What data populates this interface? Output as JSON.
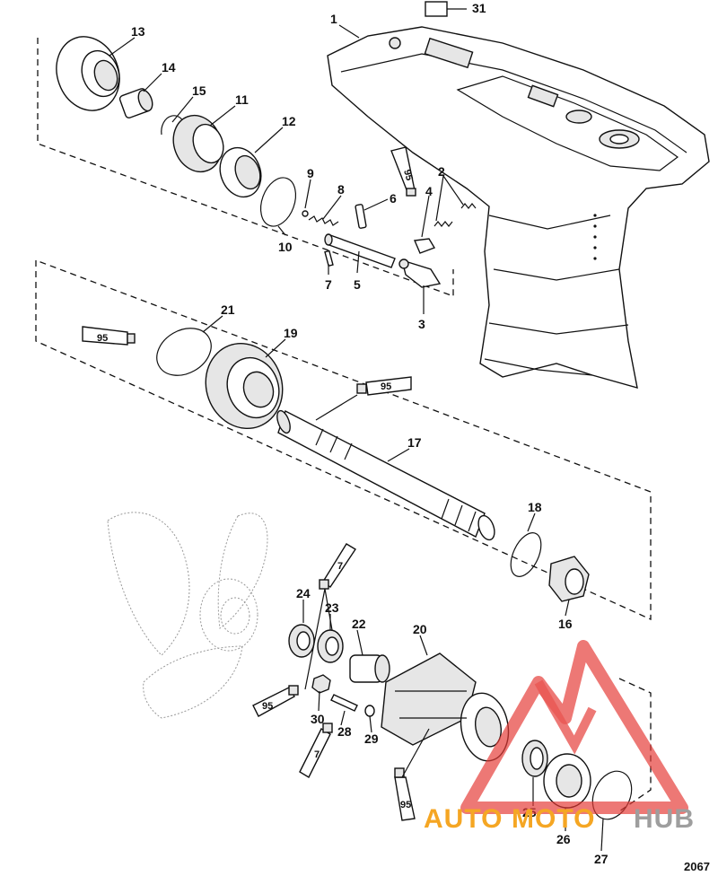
{
  "callouts": {
    "c1": "1",
    "c2": "2",
    "c3": "3",
    "c4": "4",
    "c5": "5",
    "c6": "6",
    "c7": "7",
    "c8": "8",
    "c9": "9",
    "c10": "10",
    "c11": "11",
    "c12": "12",
    "c13": "13",
    "c14": "14",
    "c15": "15",
    "c16": "16",
    "c17": "17",
    "c18": "18",
    "c19": "19",
    "c20": "20",
    "c21": "21",
    "c22": "22",
    "c23": "23",
    "c24": "24",
    "c25": "25",
    "c26": "26",
    "c27": "27",
    "c28": "28",
    "c29": "29",
    "c30": "30",
    "c31": "31"
  },
  "lubricant_tubes": {
    "t95_a": "95",
    "t95_b": "95",
    "t95_c": "95",
    "t95_d": "95",
    "t95_e": "95",
    "t7_a": "7",
    "t7_b": "7"
  },
  "figure_id": "2067",
  "watermark": {
    "part1": "AUTO",
    "part2": "MOTO",
    "part3": "HUB",
    "colors": {
      "red": "#e53935",
      "orange": "#f5a623",
      "grey": "#9e9e9e"
    }
  }
}
